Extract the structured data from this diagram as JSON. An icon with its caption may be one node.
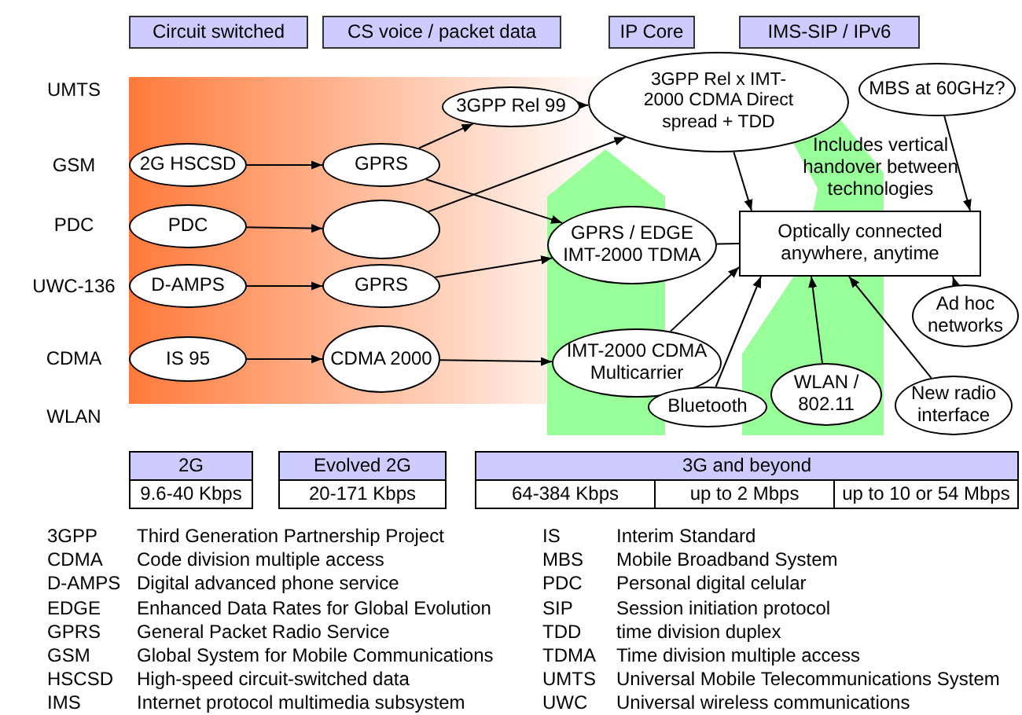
{
  "diagram": {
    "nodes": [
      {
        "text": [
          "Circuit switched"
        ]
      },
      {
        "text": [
          "CS voice / packet data"
        ]
      },
      {
        "text": [
          "IP Core"
        ]
      },
      {
        "text": [
          "IMS-SIP / IPv6"
        ]
      },
      {
        "text": [
          "2G HSCSD"
        ]
      },
      {
        "text": [
          "PDC"
        ]
      },
      {
        "text": [
          "D-AMPS"
        ]
      },
      {
        "text": [
          "IS 95"
        ]
      },
      {
        "text": [
          "GPRS"
        ]
      },
      {
        "text": [],
        "shape": "ellipse"
      },
      {
        "text": [
          "GPRS"
        ]
      },
      {
        "text": [
          "CDMA 2000"
        ]
      },
      {
        "text": [
          "3GPP Rel 99"
        ]
      },
      {
        "text": [
          "3GPP Rel x IMT-2000 CDMA Direct spread + TDD"
        ]
      },
      {
        "text": [
          "MBS at 60GHz?"
        ]
      },
      {
        "text": [
          "GPRS / EDGE IMT-2000 TDMA"
        ]
      },
      {
        "text": [
          "Optically connected anywhere, anytime"
        ]
      },
      {
        "text": [
          "IMT-2000 CDMA Multicarrier"
        ]
      },
      {
        "text": [
          "Bluetooth"
        ]
      },
      {
        "text": [
          "WLAN / 802.11"
        ]
      },
      {
        "text": [
          "Ad hoc networks"
        ]
      },
      {
        "text": [
          "New radio interface"
        ]
      }
    ],
    "edges": [
      {
        "from": 4,
        "to": 8,
        "arrow": "to"
      },
      {
        "from": 5,
        "to": 9,
        "arrow": "to"
      },
      {
        "from": 6,
        "to": 10,
        "arrow": "to"
      },
      {
        "from": 7,
        "to": 11,
        "arrow": "to"
      },
      {
        "from": 8,
        "to": 12,
        "arrow": "to"
      },
      {
        "from": 12,
        "to": 13,
        "arrow": "to"
      },
      {
        "from": 9,
        "to": 13,
        "arrow": "to"
      },
      {
        "from": 8,
        "to": 15,
        "arrow": "to"
      },
      {
        "from": 10,
        "to": 15,
        "arrow": "to"
      },
      {
        "from": 11,
        "to": 17,
        "arrow": "to"
      },
      {
        "from": 13,
        "to": 16,
        "arrow": "to"
      },
      {
        "from": 14,
        "to": 16,
        "arrow": "to"
      },
      {
        "from": 15,
        "to": 16,
        "arrow": "none"
      },
      {
        "from": 17,
        "to": 16,
        "arrow": "to"
      },
      {
        "from": 18,
        "to": 16,
        "arrow": "to"
      },
      {
        "from": 19,
        "to": 16,
        "arrow": "to"
      },
      {
        "from": 21,
        "to": 16,
        "arrow": "to"
      },
      {
        "from": 20,
        "to": 16,
        "arrow": "to"
      }
    ],
    "labels": [
      "UMTS",
      "GSM",
      "PDC",
      "UWC-136",
      "CDMA",
      "WLAN",
      "Includes vertical handover between technologies",
      "2G",
      "Evolved 2G",
      "3G and beyond",
      "9.6-40 Kbps",
      "20-171 Kbps",
      "64-384 Kbps",
      "up to 2 Mbps",
      "up to 10 or 54 Mbps",
      "3GPP",
      "Third Generation Partnership Project",
      "IS",
      "Interim Standard",
      "CDMA",
      "Code division multiple access",
      "MBS",
      "Mobile Broadband System",
      "D-AMPS",
      "Digital advanced phone service",
      "PDC",
      "Personal digital celular",
      "EDGE",
      "Enhanced Data Rates for Global Evolution",
      "SIP",
      "Session initiation protocol",
      "GPRS",
      "General Packet Radio Service",
      "TDD",
      "time division duplex",
      "GSM",
      "Global System for Mobile Communications",
      "TDMA",
      "Time division multiple access",
      "HSCSD",
      "High-speed circuit-switched data",
      "UMTS",
      "Universal Mobile Telecommunications System",
      "IMS",
      "Internet protocol multimedia subsystem",
      "UWC",
      "Universal wireless communications"
    ]
  }
}
